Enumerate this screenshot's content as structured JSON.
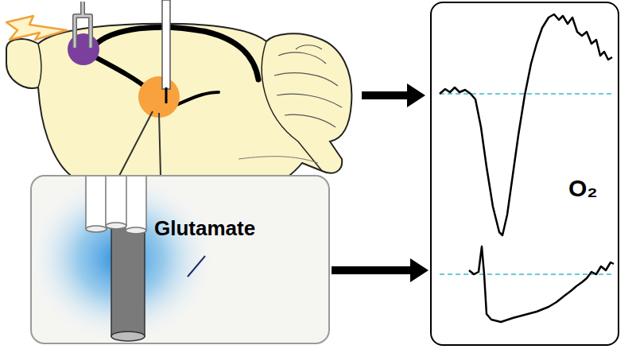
{
  "diagram": {
    "nodes": [
      {
        "text": [
          "Glutamate"
        ]
      },
      {
        "text": [
          "O₂"
        ]
      }
    ],
    "edges": [
      {
        "from": 0,
        "to": 1,
        "arrow": "to"
      }
    ]
  }
}
